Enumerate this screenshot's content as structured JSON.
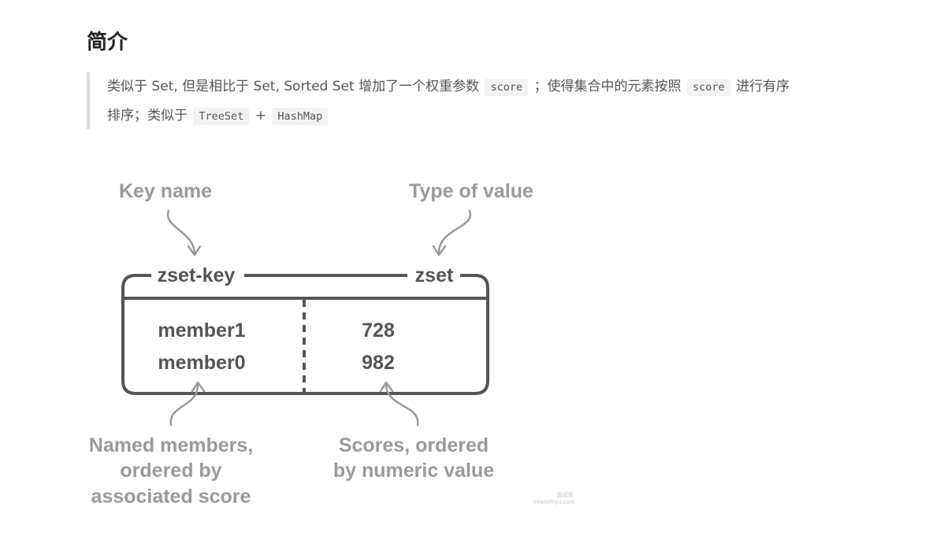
{
  "heading": "简介",
  "intro": {
    "part1": "类似于 Set, 但是相比于 Set, Sorted Set 增加了一个权重参数",
    "code1": "score",
    "part2": "；使得集合中的元素按照",
    "code2": "score",
    "part3": "进行有序",
    "part4": "排序；类似于",
    "code3": "TreeSet",
    "plus": "+",
    "code4": "HashMap"
  },
  "diagram": {
    "key_name_label": "Key name",
    "type_label": "Type of value",
    "key": "zset-key",
    "type": "zset",
    "members": [
      {
        "name": "member1",
        "score": "728"
      },
      {
        "name": "member0",
        "score": "982"
      }
    ],
    "members_caption": [
      "Named members,",
      "ordered by",
      "associated score"
    ],
    "scores_caption": [
      "Scores, ordered",
      "by numeric value"
    ],
    "watermark": [
      "面试哥",
      "mianshiyu.com"
    ]
  }
}
